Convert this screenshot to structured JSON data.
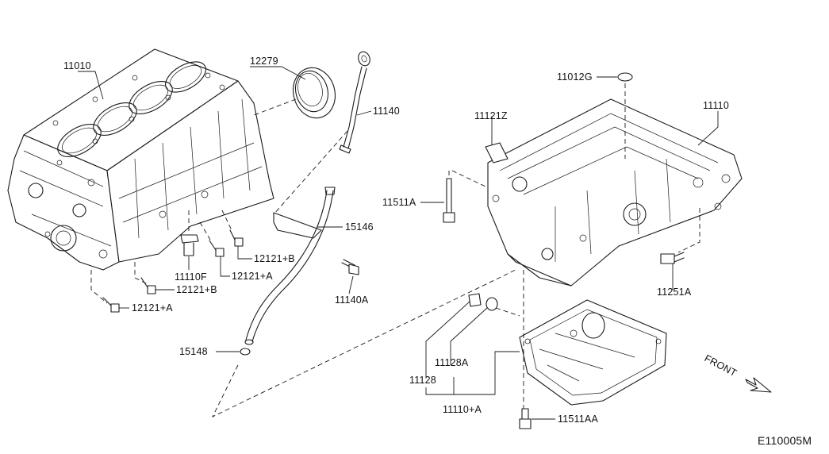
{
  "diagram_code": "E110005M",
  "front_label": "FRONT",
  "parts": {
    "p11010": "11010",
    "p12279": "12279",
    "p11140": "11140",
    "p15146": "15146",
    "p15148": "15148",
    "p11140A": "11140A",
    "p11110F": "11110F",
    "p12121B_1": "12121+B",
    "p12121A_1": "12121+A",
    "p12121B_2": "12121+B",
    "p12121A_2": "12121+A",
    "p11012G": "11012G",
    "p11121Z": "11121Z",
    "p11110": "11110",
    "p11511A": "11511A",
    "p11251A": "11251A",
    "p11128": "11128",
    "p11128A": "11128A",
    "p11110A": "11110+A",
    "p11511AA": "11511AA"
  }
}
